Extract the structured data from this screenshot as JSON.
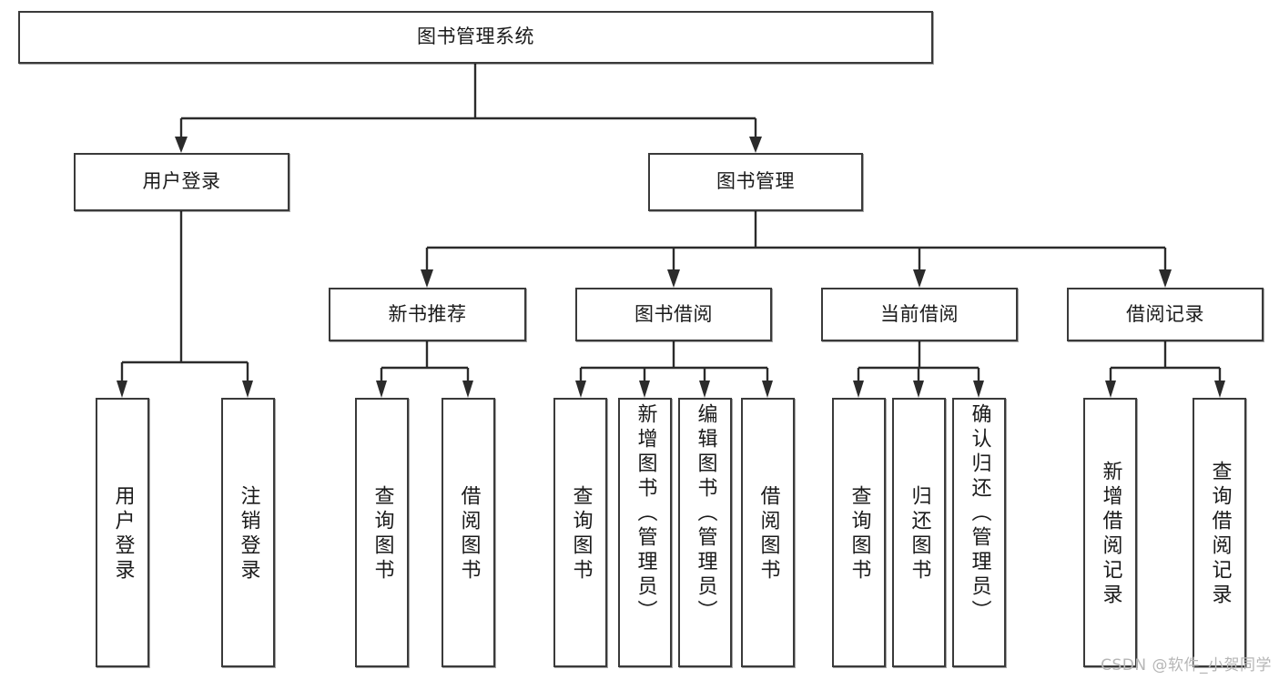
{
  "diagram": {
    "type": "tree-hierarchy",
    "title": "图书管理系统",
    "orientation": "top-down",
    "levels": 4,
    "root": {
      "id": "root",
      "label": "图书管理系统",
      "text_direction": "horizontal"
    },
    "level2": [
      {
        "id": "user-login",
        "label": "用户登录",
        "text_direction": "horizontal"
      },
      {
        "id": "book-manage",
        "label": "图书管理",
        "text_direction": "horizontal"
      }
    ],
    "level3": [
      {
        "id": "new-book-rec",
        "label": "新书推荐",
        "text_direction": "horizontal",
        "parent": "book-manage"
      },
      {
        "id": "book-borrow",
        "label": "图书借阅",
        "text_direction": "horizontal",
        "parent": "book-manage"
      },
      {
        "id": "current-borrow",
        "label": "当前借阅",
        "text_direction": "horizontal",
        "parent": "book-manage"
      },
      {
        "id": "borrow-record",
        "label": "借阅记录",
        "text_direction": "horizontal",
        "parent": "book-manage"
      }
    ],
    "leaves": {
      "user_login": [
        {
          "id": "leaf-user-login",
          "label": "用户登录",
          "text_direction": "vertical"
        },
        {
          "id": "leaf-logout",
          "label": "注销登录",
          "text_direction": "vertical"
        }
      ],
      "new_book_rec": [
        {
          "id": "leaf-query-book-1",
          "label": "查询图书",
          "text_direction": "vertical"
        },
        {
          "id": "leaf-borrow-book-1",
          "label": "借阅图书",
          "text_direction": "vertical"
        }
      ],
      "book_borrow": [
        {
          "id": "leaf-query-book-2",
          "label": "查询图书",
          "text_direction": "vertical"
        },
        {
          "id": "leaf-add-book",
          "label": "新增图书（管理员）",
          "text_direction": "vertical"
        },
        {
          "id": "leaf-edit-book",
          "label": "编辑图书（管理员）",
          "text_direction": "vertical"
        },
        {
          "id": "leaf-borrow-book-2",
          "label": "借阅图书",
          "text_direction": "vertical"
        }
      ],
      "current_borrow": [
        {
          "id": "leaf-query-book-3",
          "label": "查询图书",
          "text_direction": "vertical"
        },
        {
          "id": "leaf-return-book",
          "label": "归还图书",
          "text_direction": "vertical"
        },
        {
          "id": "leaf-confirm-return",
          "label": "确认归还（管理员）",
          "text_direction": "vertical"
        }
      ],
      "borrow_record": [
        {
          "id": "leaf-add-record",
          "label": "新增借阅记录",
          "text_direction": "vertical"
        },
        {
          "id": "leaf-query-record",
          "label": "查询借阅记录",
          "text_direction": "vertical"
        }
      ]
    }
  },
  "watermark": {
    "text": "CSDN @软件_小贺同学"
  },
  "colors": {
    "box_border": "#3a3a3a",
    "box_fill": "#ffffff",
    "edge": "#2b2b2b",
    "text": "#1a1a1a",
    "watermark": "#b6b6b6",
    "background": "#ffffff"
  }
}
